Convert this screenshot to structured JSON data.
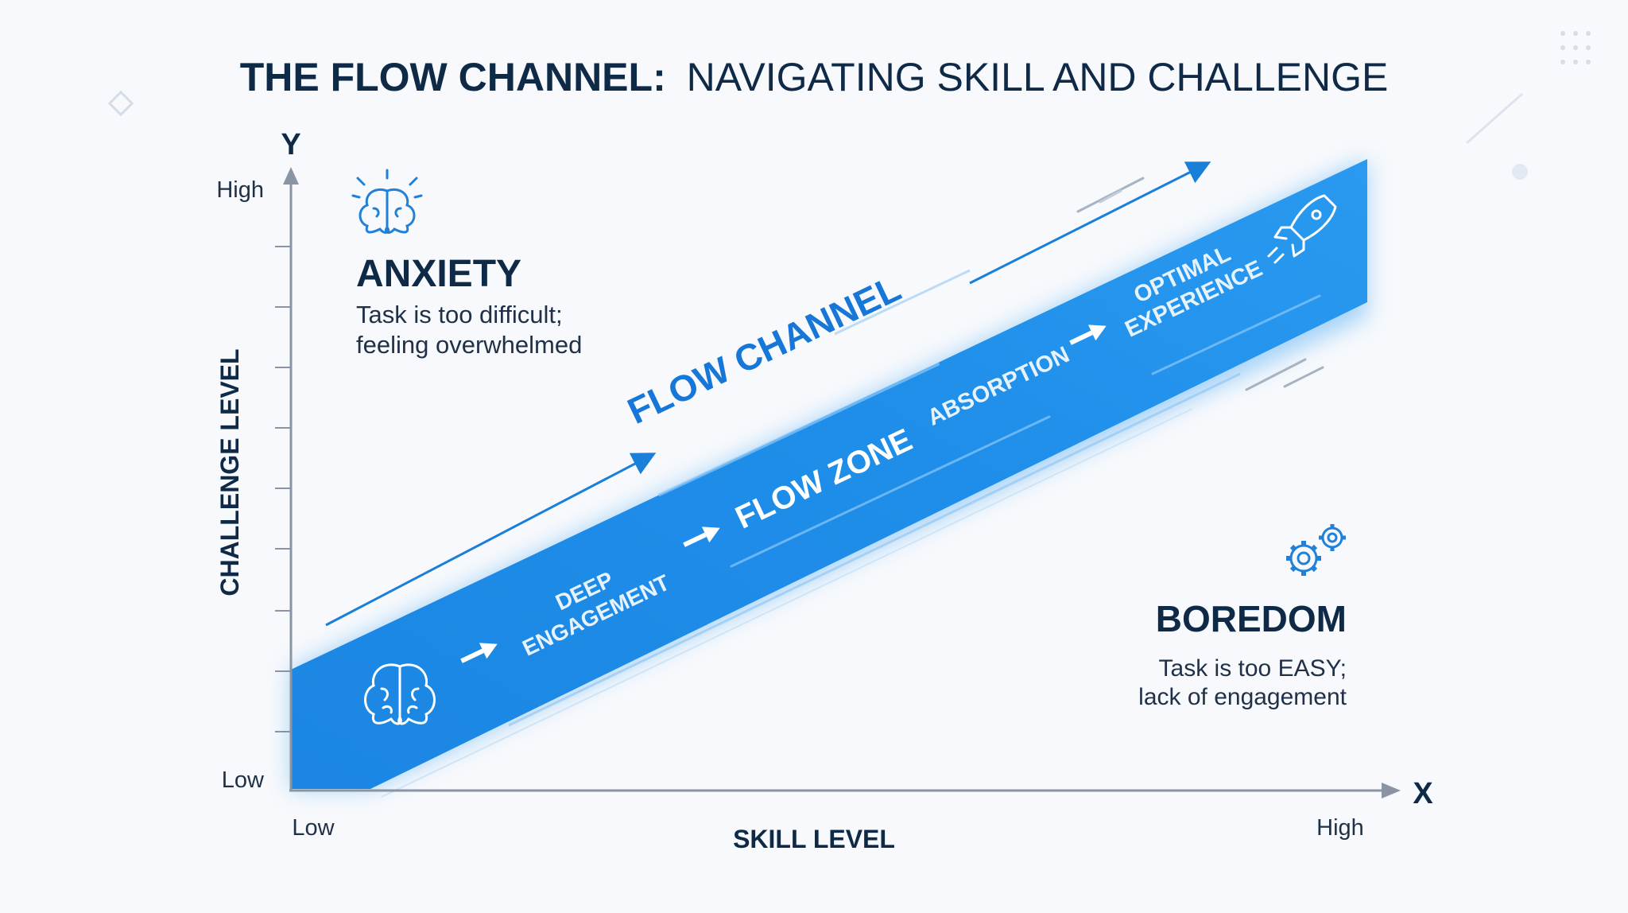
{
  "title": {
    "bold": "THE FLOW CHANNEL:",
    "regular": "NAVIGATING SKILL AND CHALLENGE"
  },
  "axes": {
    "y_letter": "Y",
    "x_letter": "X",
    "y_high": "High",
    "y_low": "Low",
    "x_low": "Low",
    "x_high": "High",
    "y_title": "CHALLENGE LEVEL",
    "x_title": "SKILL LEVEL"
  },
  "anxiety": {
    "heading": "ANXIETY",
    "line1": "Task is too difficult;",
    "line2": "feeling overwhelmed",
    "icon": "brain-icon"
  },
  "boredom": {
    "heading": "BOREDOM",
    "line1": "Task is too EASY;",
    "line2": "lack of engagement",
    "icon": "gears-icon"
  },
  "channel": {
    "label": "FLOW CHANNEL",
    "flow_zone": "FLOW ZONE",
    "deep_1": "DEEP",
    "deep_2": "ENGAGEMENT",
    "absorption": "ABSORPTION",
    "optimal_1": "OPTIMAL",
    "optimal_2": "EXPERIENCE",
    "start_icon": "brain-icon",
    "end_icon": "rocket-icon"
  },
  "colors": {
    "navy": "#0f2a47",
    "band": "#1a8ae6",
    "band_light": "#4aa6f0",
    "accent_text": "#1677d8",
    "axis": "#8a94a3"
  }
}
